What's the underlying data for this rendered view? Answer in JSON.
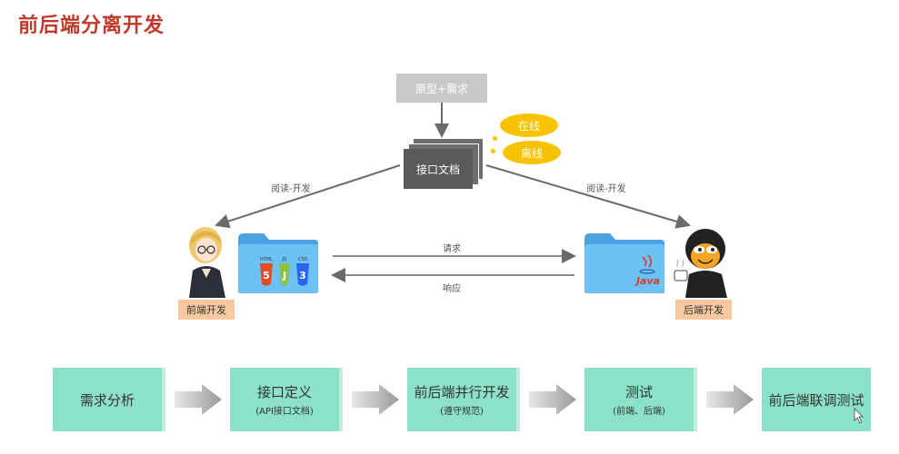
{
  "title": "前后端分离开发",
  "diagram": {
    "prototype_label": "原型+需求",
    "doc_label": "接口文档",
    "online_label": "在线",
    "offline_label": "离线",
    "read_dev_left": "阅读-开发",
    "read_dev_right": "阅读-开发",
    "request_label": "请求",
    "response_label": "响应",
    "frontend_label": "前端开发",
    "backend_label": "后端开发",
    "html_badge": "HTML",
    "js_badge": "JS",
    "css_badge": "CSS",
    "java_label": "Java"
  },
  "steps": [
    {
      "title": "需求分析",
      "sub": ""
    },
    {
      "title": "接口定义",
      "sub": "(API接口文档)"
    },
    {
      "title": "前后端并行开发",
      "sub": "(遵守规范)"
    },
    {
      "title": "测试",
      "sub": "(前端、后端)"
    },
    {
      "title": "前后端联调测试",
      "sub": ""
    }
  ],
  "colors": {
    "title": "#c0392b",
    "step_fill": "#8be2c8",
    "cloud": "#f7c200",
    "folder": "#5ab4ee",
    "label_fill": "#f8c9a0"
  }
}
